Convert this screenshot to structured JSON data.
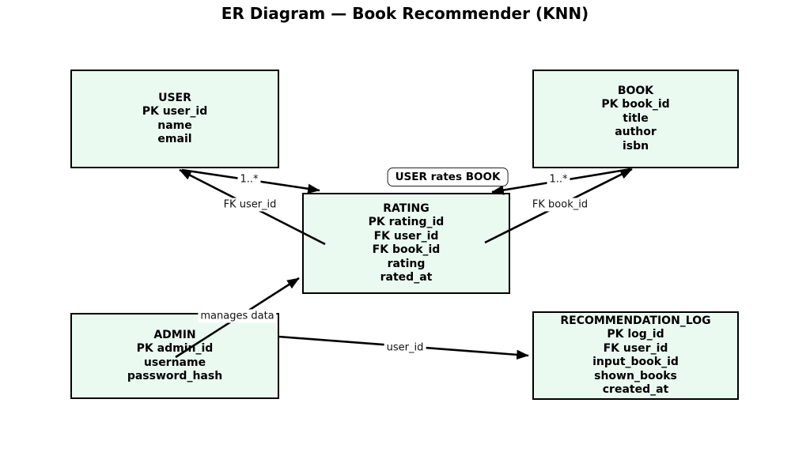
{
  "title": "ER Diagram — Book Recommender (KNN)",
  "colors": {
    "background": "#ffffff",
    "entity_fill": "#eafaf1",
    "entity_border": "#000000",
    "edge_line": "#000000",
    "label_text": "#111111"
  },
  "entities": {
    "user": {
      "title": "USER",
      "attributes": [
        "PK user_id",
        "name",
        "email"
      ]
    },
    "book": {
      "title": "BOOK",
      "attributes": [
        "PK book_id",
        "title",
        "author",
        "isbn"
      ]
    },
    "rating": {
      "title": "RATING",
      "attributes": [
        "PK rating_id",
        "FK user_id",
        "FK book_id",
        "rating",
        "rated_at"
      ]
    },
    "admin": {
      "title": "ADMIN",
      "attributes": [
        "PK admin_id",
        "username",
        "password_hash"
      ]
    },
    "recommendation_log": {
      "title": "RECOMMENDATION_LOG",
      "attributes": [
        "PK log_id",
        "FK user_id",
        "input_book_id",
        "shown_books",
        "created_at"
      ]
    }
  },
  "relationship_badge": "USER rates BOOK",
  "edge_labels": {
    "user_cardinality": "1..*",
    "book_cardinality": "1..*",
    "fk_user": "FK user_id",
    "fk_book": "FK book_id",
    "admin_manages": "manages data",
    "log_user_id": "user_id"
  }
}
